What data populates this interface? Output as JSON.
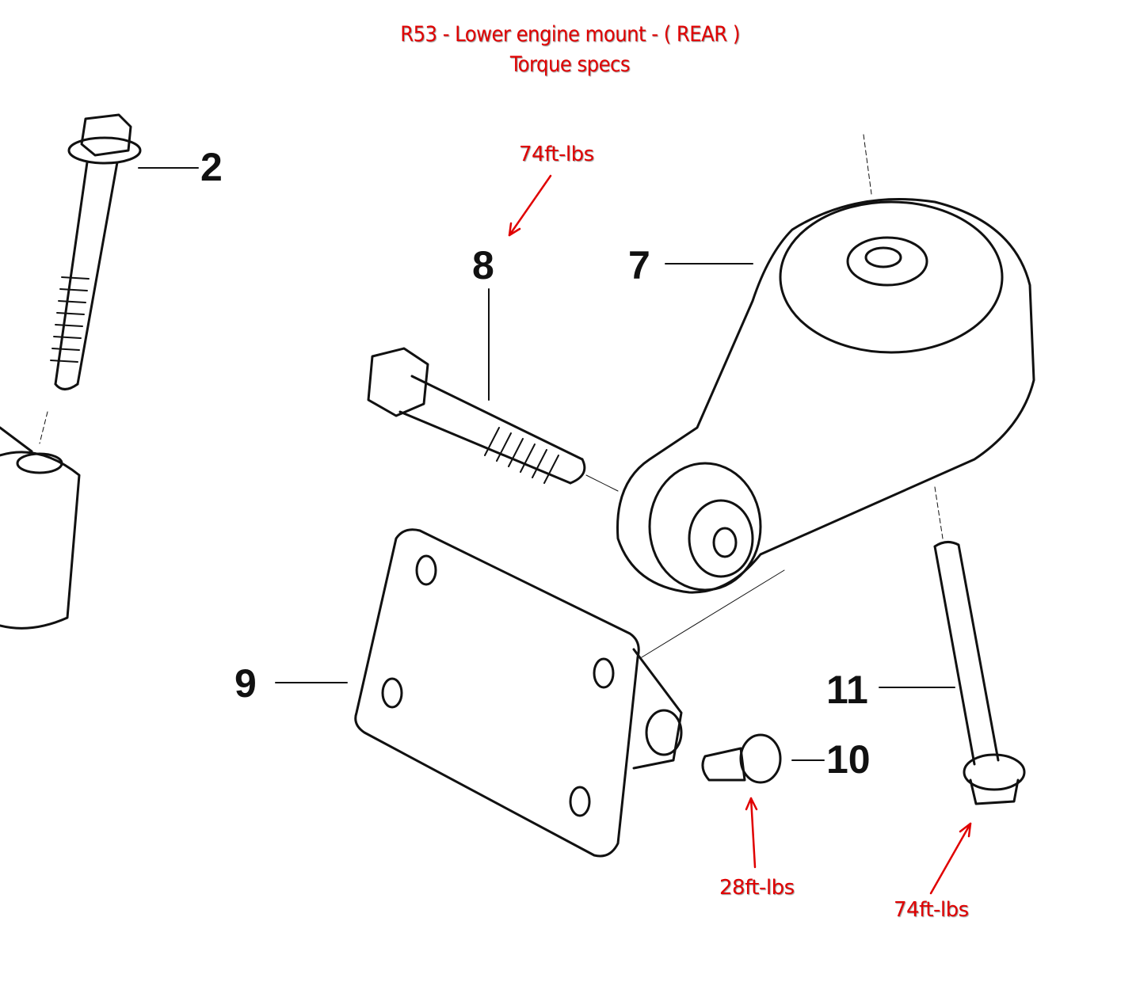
{
  "title": {
    "line1": "R53 - Lower engine mount - ( REAR )",
    "line2": "Torque specs"
  },
  "callouts": [
    {
      "number": "2"
    },
    {
      "number": "7"
    },
    {
      "number": "8"
    },
    {
      "number": "9"
    },
    {
      "number": "10"
    },
    {
      "number": "11"
    }
  ],
  "torque_specs": [
    {
      "part": "8",
      "value": "74ft-lbs"
    },
    {
      "part": "10",
      "value": "28ft-lbs"
    },
    {
      "part": "11",
      "value": "74ft-lbs"
    }
  ],
  "colors": {
    "annotation": "#e00000",
    "drawing": "#111111"
  }
}
